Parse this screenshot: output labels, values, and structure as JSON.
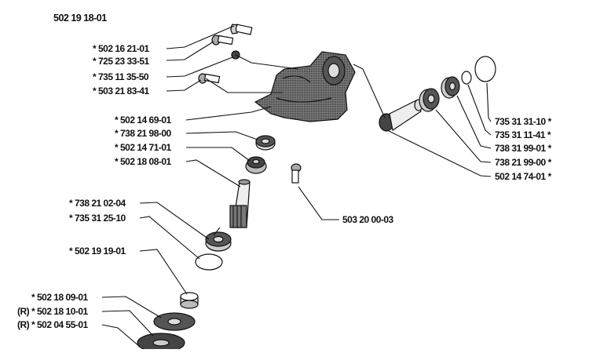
{
  "title": "502 19 18-01",
  "callouts": [
    {
      "id": "c1",
      "text": "* 502 16 21-01"
    },
    {
      "id": "c2",
      "text": "* 725 23 33-51"
    },
    {
      "id": "c3",
      "text": "* 735 11 35-50"
    },
    {
      "id": "c4",
      "text": "* 503 21 83-41"
    },
    {
      "id": "c5",
      "text": "* 502 14 69-01"
    },
    {
      "id": "c6",
      "text": "* 738 21 98-00"
    },
    {
      "id": "c7",
      "text": "* 502 14 71-01"
    },
    {
      "id": "c8",
      "text": "* 502 18 08-01"
    },
    {
      "id": "c9",
      "text": "* 738 21 02-04"
    },
    {
      "id": "c10",
      "text": "* 735 31 25-10"
    },
    {
      "id": "c11",
      "text": "* 502 19 19-01"
    },
    {
      "id": "c12",
      "text": "* 502 18 09-01"
    },
    {
      "id": "c13",
      "text": "(R) * 502 18 10-01"
    },
    {
      "id": "c14",
      "text": "(R) * 502 04 55-01"
    },
    {
      "id": "c15",
      "text": "503 20 00-03"
    },
    {
      "id": "c16",
      "text": "735 31 31-10 *"
    },
    {
      "id": "c17",
      "text": "735 31 11-41 *"
    },
    {
      "id": "c18",
      "text": "738 31 99-01 *"
    },
    {
      "id": "c19",
      "text": "738 21 99-00 *"
    },
    {
      "id": "c20",
      "text": "502 14 74-01 *"
    }
  ]
}
